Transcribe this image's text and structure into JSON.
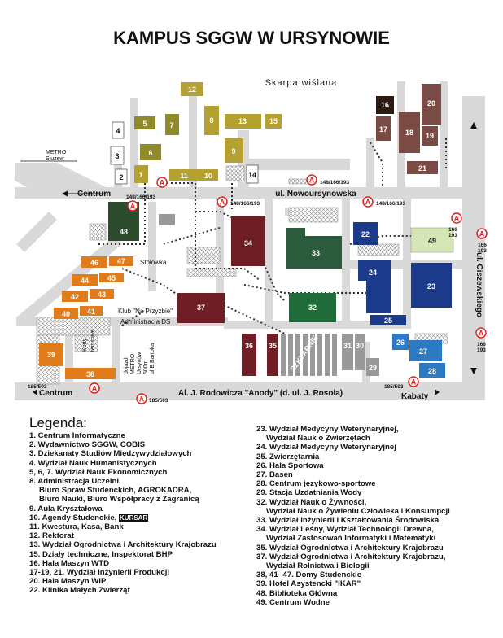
{
  "title": "KAMPUS SGGW W URSYNOWIE",
  "places": {
    "skarpa": "Skarpa wiślana",
    "metro_sluzew_line1": "METRO",
    "metro_sluzew_line2": "Służew",
    "centrum_top": "Centrum",
    "centrum_bottom": "Centrum",
    "kabaty": "Kabaty",
    "nowoursynowska": "ul. Nowoursynowska",
    "ciszewskiego": "ul. Ciszewskiego",
    "rodowicza": "Al. J. Rodowicza \"Anody\" (d. ul. J. Rosoła)",
    "szklarnie": "SZKLARNIE",
    "stolowka": "Stołówka",
    "klub": "Klub \"Na Przyzbie\"",
    "admin_ds": "Administracja DS",
    "korty_line1": "Korty",
    "korty_line2": "tenisowe",
    "dojazd_line1": "dojazd",
    "dojazd_line2": "METRO",
    "dojazd_line3": "Ursynów",
    "dojazd_line4": "500m",
    "dojazd_line5": "ul.B.Bartoka"
  },
  "bus_labels": {
    "b1": "148/166/193",
    "b2": "148/166/193",
    "b3": "148/166/193",
    "b4": "148/166/193",
    "b5": "185/503",
    "b6": "185/503",
    "b7": "185/503",
    "r1a": "166",
    "r1b": "193",
    "r2a": "166",
    "r2b": "193",
    "r3a": "166",
    "r3b": "193"
  },
  "bus_stop_symbol": "A",
  "buildings": {
    "b1": "1",
    "b2": "2",
    "b3": "3",
    "b4": "4",
    "b5": "5",
    "b6": "6",
    "b7": "7",
    "b8": "8",
    "b9": "9",
    "b10": "10",
    "b11": "11",
    "b12": "12",
    "b13": "13",
    "b14": "14",
    "b15": "15",
    "b16": "16",
    "b17": "17",
    "b18": "18",
    "b19": "19",
    "b20": "20",
    "b21": "21",
    "b22": "22",
    "b23": "23",
    "b24": "24",
    "b25": "25",
    "b26": "26",
    "b27": "27",
    "b28": "28",
    "b29": "29",
    "b30": "30",
    "b31": "31",
    "b32": "32",
    "b33": "33",
    "b34": "34",
    "b35": "35",
    "b36": "36",
    "b37": "37",
    "b38": "38",
    "b39": "39",
    "b40": "40",
    "b41": "41",
    "b42": "42",
    "b43": "43",
    "b44": "44",
    "b45": "45",
    "b46": "46",
    "b47": "47",
    "b48": "48",
    "b49": "49"
  },
  "colors": {
    "road": "#d9d9d9",
    "olive": "#b5a032",
    "dark_olive": "#8f8a2a",
    "maroon": "#6e1e24",
    "brown": "#7a4a44",
    "green": "#1f6b3a",
    "dark_green": "#2c4a2c",
    "navy": "#1c3a8a",
    "blue": "#2d7ac4",
    "orange": "#e07d1a",
    "light_green": "#d4e6b5",
    "bus_red": "#e0221f"
  },
  "legend": {
    "heading": "Legenda:",
    "col1": [
      "1. Centrum Informatyczne",
      "2. Wydawnictwo SGGW, COBIS",
      "3. Dziekanaty Studiów Międzywydziałowych",
      "4. Wydział Nauk Humanistycznych",
      "5, 6, 7. Wydział Nauk Ekonomicznych",
      "8. Administracja Uczelni,",
      "Biuro Spraw Studenckich, AGROKADRA,",
      "Biuro Nauki, Biuro Współpracy z Zagranicą",
      "9. Aula Kryształowa",
      "10. Agendy Studenckie,",
      "KURSAR",
      "11. Kwestura, Kasa, Bank",
      "12. Rektorat",
      "13. Wydział Ogrodnictwa i Architektury Krajobrazu",
      "15. Działy techniczne, Inspektorat BHP",
      "16. Hala Maszyn WTD",
      "17-19, 21. Wydział Inżynierii Produkcji",
      "20. Hala Maszyn WIP",
      "22. Klinika Małych Zwierząt"
    ],
    "col2": [
      "23. Wydział Medycyny Weterynaryjnej,",
      "Wydział Nauk o Zwierzętach",
      "24. Wydział Medycyny Weterynaryjnej",
      "25. Zwierzętarnia",
      "26. Hala Sportowa",
      "27. Basen",
      "28. Centrum językowo-sportowe",
      "29. Stacja Uzdatniania Wody",
      "32. Wydział Nauk o Żywności,",
      "Wydział Nauk o Żywieniu Człowieka i Konsumpcji",
      "33. Wydział Inżynierii i Kształtowania Środowiska",
      "34. Wydział Leśny, Wydział Technologii Drewna,",
      "Wydział Zastosowań Informatyki i Matematyki",
      "35. Wydział Ogrodnictwa i Architektury Krajobrazu",
      "37. Wydział Ogrodnictwa i Architektury Krajobrazu,",
      "Wydział Rolnictwa i Biologii",
      "38, 41- 47. Domy Studenckie",
      "39. Hotel Asystencki \"IKAR\"",
      "48. Biblioteka Główna",
      "49. Centrum Wodne"
    ]
  }
}
